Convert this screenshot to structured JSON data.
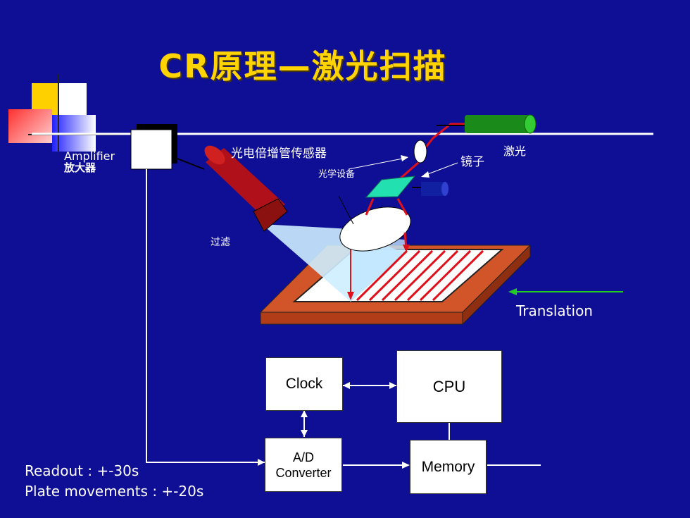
{
  "title": "CR原理—激光扫描",
  "labels": {
    "amplifier_en": "Amplifier",
    "amplifier_cn": "放大器",
    "pmt": "光电倍增管传感器",
    "optics": "光学设备",
    "mirror": "镜子",
    "laser": "激光",
    "filter": "过滤",
    "translation": "Translation"
  },
  "blocks": {
    "clock": "Clock",
    "cpu": "CPU",
    "adc_line1": "A/D",
    "adc_line2": "Converter",
    "memory": "Memory"
  },
  "timing": {
    "readout": "Readout : +-30s",
    "plate": "Plate movements : +-20s"
  },
  "colors": {
    "background": "#0f0f96",
    "title": "#ffd400",
    "laser_beam": "#e0101a",
    "plate": "#d2552a",
    "translation_arrow": "#22cc22"
  }
}
